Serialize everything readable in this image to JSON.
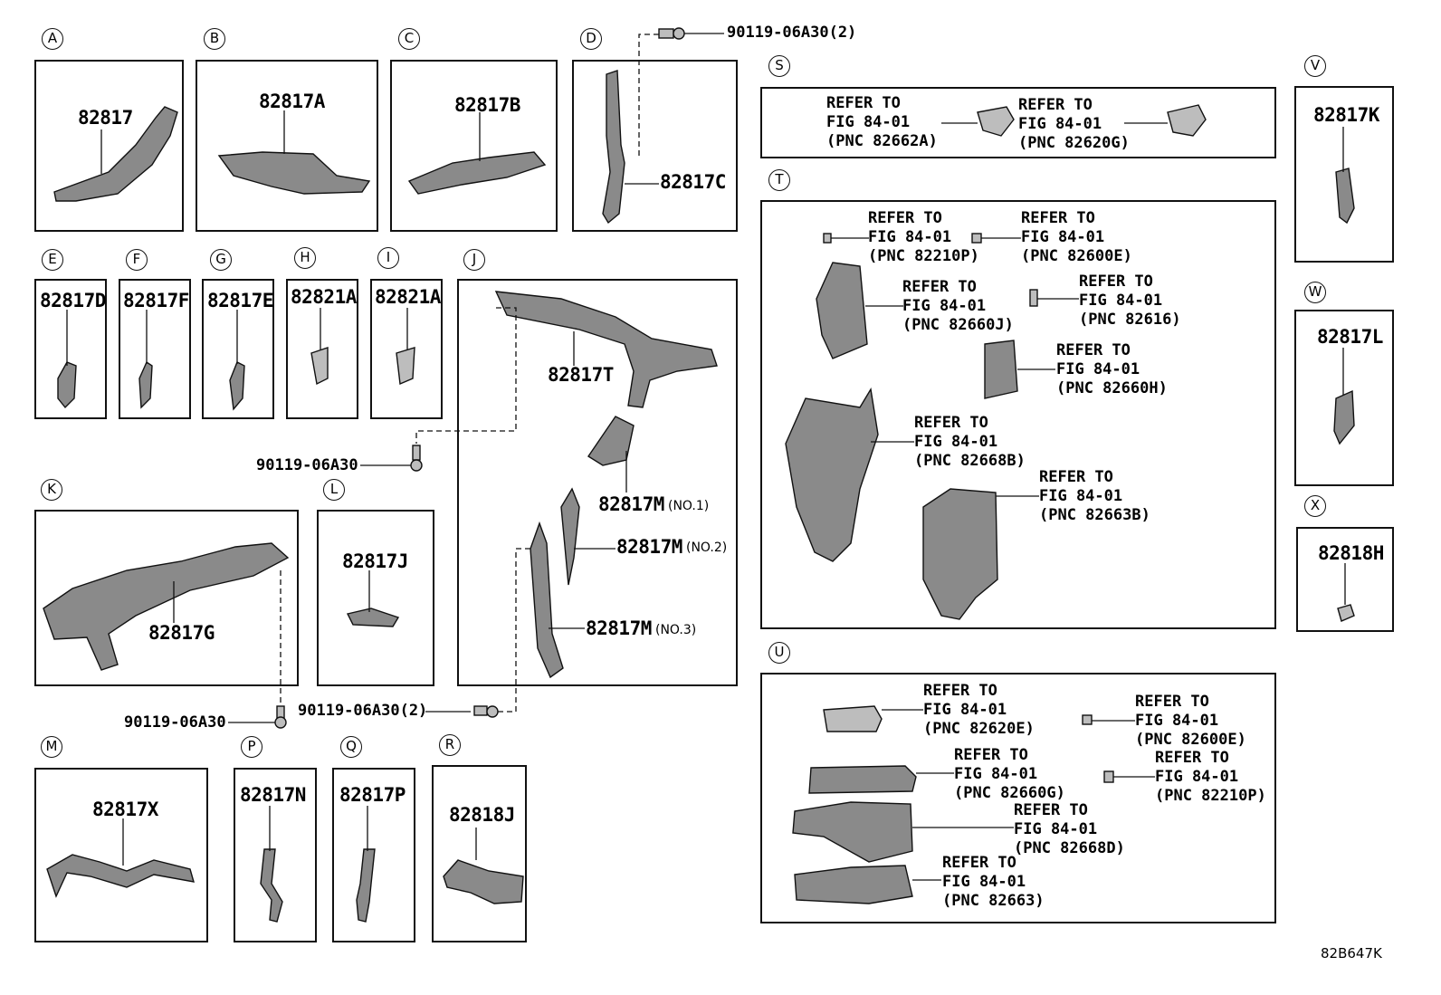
{
  "sections": {
    "A": {
      "label": "A",
      "part": "82817"
    },
    "B": {
      "label": "B",
      "part": "82817A"
    },
    "C": {
      "label": "C",
      "part": "82817B"
    },
    "D": {
      "label": "D",
      "part": "82817C"
    },
    "E": {
      "label": "E",
      "part": "82817D"
    },
    "F": {
      "label": "F",
      "part": "82817F"
    },
    "G": {
      "label": "G",
      "part": "82817E"
    },
    "H": {
      "label": "H",
      "part": "82821A"
    },
    "I": {
      "label": "I",
      "part": "82821A"
    },
    "J": {
      "label": "J",
      "parts": [
        "82817T",
        "82817M",
        "82817M",
        "82817M"
      ],
      "notes": [
        "(NO.1)",
        "(NO.2)",
        "(NO.3)"
      ]
    },
    "K": {
      "label": "K",
      "part": "82817G"
    },
    "L": {
      "label": "L",
      "part": "82817J"
    },
    "M": {
      "label": "M",
      "part": "82817X"
    },
    "P": {
      "label": "P",
      "part": "82817N"
    },
    "Q": {
      "label": "Q",
      "part": "82817P"
    },
    "R": {
      "label": "R",
      "part": "82818J"
    },
    "S": {
      "label": "S",
      "refs": [
        "REFER TO\nFIG 84-01\n(PNC 82662A)",
        "REFER TO\nFIG 84-01\n(PNC 82620G)"
      ]
    },
    "T": {
      "label": "T",
      "refs": [
        "REFER TO\nFIG 84-01\n(PNC 82210P)",
        "REFER TO\nFIG 84-01\n(PNC 82600E)",
        "REFER TO\nFIG 84-01\n(PNC 82660J)",
        "REFER TO\nFIG 84-01\n(PNC 82616)",
        "REFER TO\nFIG 84-01\n(PNC 82660H)",
        "REFER TO\nFIG 84-01\n(PNC 82668B)",
        "REFER TO\nFIG 84-01\n(PNC 82663B)"
      ]
    },
    "U": {
      "label": "U",
      "refs": [
        "REFER TO\nFIG 84-01\n(PNC 82620E)",
        "REFER TO\nFIG 84-01\n(PNC 82600E)",
        "REFER TO\nFIG 84-01\n(PNC 82660G)",
        "REFER TO\nFIG 84-01\n(PNC 82210P)",
        "REFER TO\nFIG 84-01\n(PNC 82668D)",
        "REFER TO\nFIG 84-01\n(PNC 82663)"
      ]
    },
    "V": {
      "label": "V",
      "part": "82817K"
    },
    "W": {
      "label": "W",
      "part": "82817L"
    },
    "X": {
      "label": "X",
      "part": "82818H"
    }
  },
  "bolts": {
    "top_d": "90119-06A30(2)",
    "j_upper": "90119-06A30",
    "k_lower": "90119-06A30",
    "j_lower": "90119-06A30(2)"
  },
  "diagram_id": "82B647K"
}
